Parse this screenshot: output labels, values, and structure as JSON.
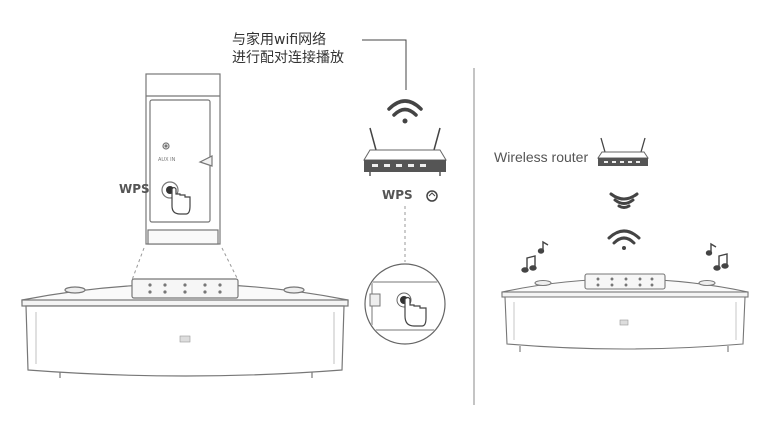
{
  "caption": {
    "line1": "与家用wifi网络",
    "line2": "进行配对连接播放"
  },
  "labels": {
    "device_wps": "WPS",
    "router_wps": "WPS",
    "aux_in": "AUX IN",
    "wireless_router": "Wireless router"
  },
  "colors": {
    "line": "#666666",
    "fill_dark": "#555555",
    "dashed": "#999999"
  }
}
